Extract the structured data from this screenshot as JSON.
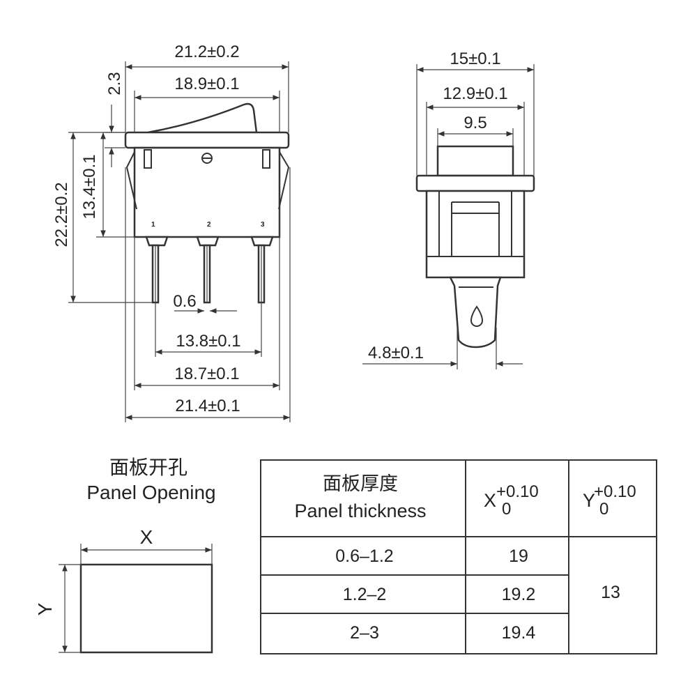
{
  "front_view": {
    "overall_width": "21.2±0.2",
    "rocker_width": "18.9±0.1",
    "rocker_height": "2.3",
    "body_height": "13.4±0.1",
    "total_height": "22.2±0.2",
    "pin_thickness": "0.6",
    "pin_spacing": "13.8±0.1",
    "housing_width": "18.7±0.1",
    "clip_width": "21.4±0.1",
    "pin_labels": [
      "1",
      "2",
      "3"
    ]
  },
  "side_view": {
    "flange_width": "15±0.1",
    "body_width": "12.9±0.1",
    "rocker_width": "9.5",
    "terminal_width": "4.8±0.1"
  },
  "panel_opening": {
    "title_cn": "面板开孔",
    "title_en": "Panel Opening",
    "x_label": "X",
    "y_label": "Y"
  },
  "table": {
    "header_cn": "面板厚度",
    "header_en": "Panel thickness",
    "x_col": {
      "name": "X",
      "tol_upper": "+0.10",
      "tol_lower": "0"
    },
    "y_col": {
      "name": "Y",
      "tol_upper": "+0.10",
      "tol_lower": "0"
    },
    "rows": [
      {
        "thickness": "0.6–1.2",
        "x": "19"
      },
      {
        "thickness": "1.2–2",
        "x": "19.2"
      },
      {
        "thickness": "2–3",
        "x": "19.4"
      }
    ],
    "y_value": "13"
  }
}
